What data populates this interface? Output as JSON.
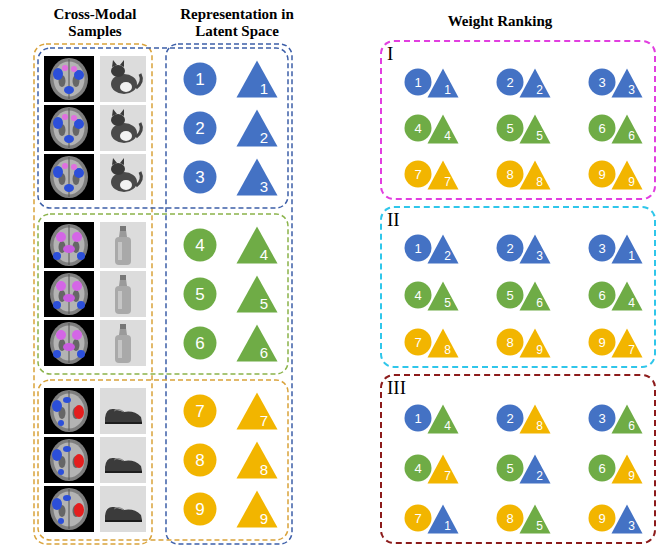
{
  "diagram": {
    "nodes": [
      {
        "text": [
          "1"
        ]
      },
      {
        "text": [
          "1"
        ]
      },
      {
        "text": [
          "2"
        ]
      },
      {
        "text": [
          "2"
        ]
      },
      {
        "text": [
          "3"
        ]
      },
      {
        "text": [
          "3"
        ]
      },
      {
        "text": [
          "4"
        ]
      },
      {
        "text": [
          "4"
        ]
      },
      {
        "text": [
          "5"
        ]
      },
      {
        "text": [
          "5"
        ]
      },
      {
        "text": [
          "6"
        ]
      },
      {
        "text": [
          "6"
        ]
      },
      {
        "text": [
          "7"
        ]
      },
      {
        "text": [
          "7"
        ]
      },
      {
        "text": [
          "8"
        ]
      },
      {
        "text": [
          "8"
        ]
      },
      {
        "text": [
          "9"
        ]
      },
      {
        "text": [
          "9"
        ]
      },
      {
        "text": [
          "I"
        ]
      },
      {
        "text": [
          "1"
        ],
        "in": 18
      },
      {
        "text": [
          "1"
        ],
        "in": 18
      },
      {
        "text": [
          "2"
        ],
        "in": 18
      },
      {
        "text": [
          "2"
        ],
        "in": 18
      },
      {
        "text": [
          "3"
        ],
        "in": 18
      },
      {
        "text": [
          "3"
        ],
        "in": 18
      },
      {
        "text": [
          "4"
        ],
        "in": 18
      },
      {
        "text": [
          "4"
        ],
        "in": 18
      },
      {
        "text": [
          "5"
        ],
        "in": 18
      },
      {
        "text": [
          "5"
        ],
        "in": 18
      },
      {
        "text": [
          "6"
        ],
        "in": 18
      },
      {
        "text": [
          "6"
        ],
        "in": 18
      },
      {
        "text": [
          "7"
        ],
        "in": 18
      },
      {
        "text": [
          "7"
        ],
        "in": 18
      },
      {
        "text": [
          "8"
        ],
        "in": 18
      },
      {
        "text": [
          "8"
        ],
        "in": 18
      },
      {
        "text": [
          "9"
        ],
        "in": 18
      },
      {
        "text": [
          "9"
        ],
        "in": 18
      },
      {
        "text": [
          "II"
        ]
      },
      {
        "text": [
          "1"
        ],
        "in": 37
      },
      {
        "text": [
          "2"
        ],
        "in": 37
      },
      {
        "text": [
          "2"
        ],
        "in": 37
      },
      {
        "text": [
          "3"
        ],
        "in": 37
      },
      {
        "text": [
          "3"
        ],
        "in": 37
      },
      {
        "text": [
          "1"
        ],
        "in": 37
      },
      {
        "text": [
          "4"
        ],
        "in": 37
      },
      {
        "text": [
          "5"
        ],
        "in": 37
      },
      {
        "text": [
          "5"
        ],
        "in": 37
      },
      {
        "text": [
          "6"
        ],
        "in": 37
      },
      {
        "text": [
          "6"
        ],
        "in": 37
      },
      {
        "text": [
          "4"
        ],
        "in": 37
      },
      {
        "text": [
          "7"
        ],
        "in": 37
      },
      {
        "text": [
          "8"
        ],
        "in": 37
      },
      {
        "text": [
          "8"
        ],
        "in": 37
      },
      {
        "text": [
          "9"
        ],
        "in": 37
      },
      {
        "text": [
          "9"
        ],
        "in": 37
      },
      {
        "text": [
          "7"
        ],
        "in": 37
      },
      {
        "text": [
          "III"
        ]
      },
      {
        "text": [
          "1"
        ],
        "in": 56
      },
      {
        "text": [
          "4"
        ],
        "in": 56
      },
      {
        "text": [
          "2"
        ],
        "in": 56
      },
      {
        "text": [
          "8"
        ],
        "in": 56
      },
      {
        "text": [
          "3"
        ],
        "in": 56
      },
      {
        "text": [
          "6"
        ],
        "in": 56
      },
      {
        "text": [
          "4"
        ],
        "in": 56
      },
      {
        "text": [
          "7"
        ],
        "in": 56
      },
      {
        "text": [
          "5"
        ],
        "in": 56
      },
      {
        "text": [
          "2"
        ],
        "in": 56
      },
      {
        "text": [
          "6"
        ],
        "in": 56
      },
      {
        "text": [
          "9"
        ],
        "in": 56
      },
      {
        "text": [
          "7"
        ],
        "in": 56
      },
      {
        "text": [
          "1"
        ],
        "in": 56
      },
      {
        "text": [
          "8"
        ],
        "in": 56
      },
      {
        "text": [
          "5"
        ],
        "in": 56
      },
      {
        "text": [
          "9"
        ],
        "in": 56
      },
      {
        "text": [
          "3"
        ],
        "in": 56
      }
    ],
    "labels": [
      "Cross-Modal Samples",
      "Representation in Latent Space",
      "Weight Ranking"
    ]
  }
}
